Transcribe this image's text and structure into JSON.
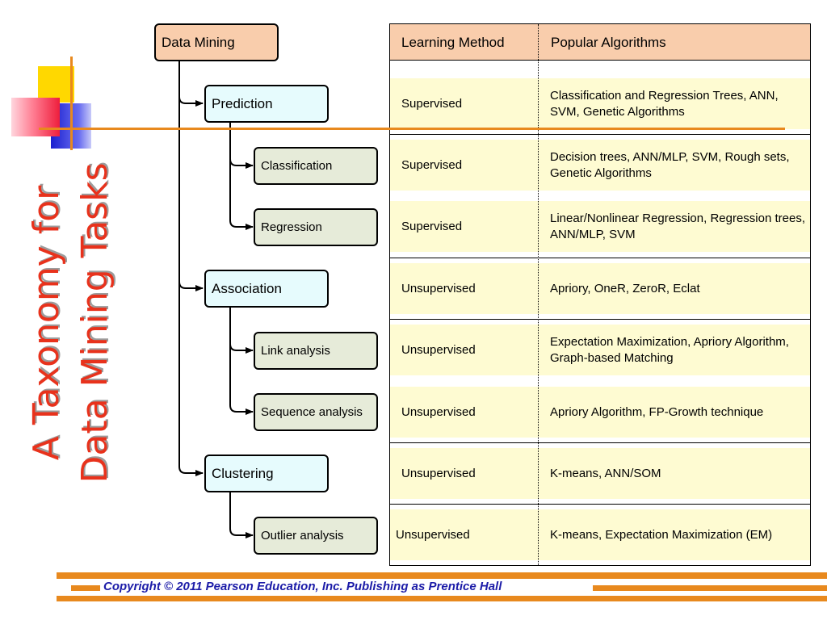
{
  "title": [
    "A Taxonomy for",
    "Data Mining Tasks"
  ],
  "tree": {
    "root": "Data Mining",
    "prediction": "Prediction",
    "classification": "Classification",
    "regression": "Regression",
    "association": "Association",
    "link_analysis": "Link analysis",
    "sequence_analysis": "Sequence analysis",
    "clustering": "Clustering",
    "outlier_analysis": "Outlier analysis"
  },
  "table": {
    "headers": [
      "Learning Method",
      "Popular Algorithms"
    ],
    "rows": [
      {
        "method": "Supervised",
        "algorithms": "Classification and Regression Trees, ANN, SVM, Genetic Algorithms"
      },
      {
        "method": "Supervised",
        "algorithms": "Decision trees, ANN/MLP, SVM, Rough sets, Genetic Algorithms"
      },
      {
        "method": "Supervised",
        "algorithms": "Linear/Nonlinear Regression, Regression trees, ANN/MLP, SVM"
      },
      {
        "method": "Unsupervised",
        "algorithms": "Apriory, OneR, ZeroR, Eclat"
      },
      {
        "method": "Unsupervised",
        "algorithms": "Expectation Maximization, Apriory Algorithm, Graph-based Matching"
      },
      {
        "method": "Unsupervised",
        "algorithms": "Apriory Algorithm, FP-Growth technique"
      },
      {
        "method": "Unsupervised",
        "algorithms": "K-means, ANN/SOM"
      },
      {
        "method": "Unsupervised",
        "algorithms": "K-means, Expectation Maximization (EM)"
      }
    ]
  },
  "footer": "Copyright © 2011 Pearson Education, Inc. Publishing as Prentice Hall",
  "colors": {
    "title": "#e8321c",
    "accent_line": "#e8891e",
    "root_fill": "#f9cdac",
    "level1_fill": "#e6fbfd",
    "level2_fill": "#e6ebd9",
    "row_fill": "#fefbd2",
    "footer_text": "#1c1ca8"
  }
}
